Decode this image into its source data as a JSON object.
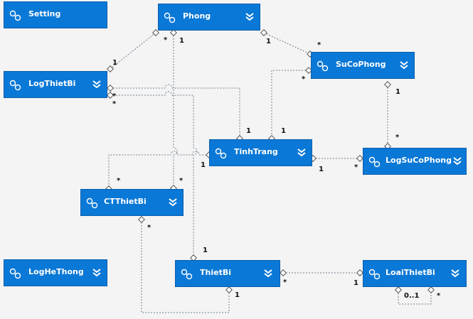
{
  "entities": {
    "setting": "Setting",
    "phong": "Phong",
    "logthietbi": "LogThietBi",
    "sucophong": "SuCoPhong",
    "tinhtrang": "TinhTrang",
    "logsucophong": "LogSuCoPhong",
    "ctthietbi": "CTThietBi",
    "loghethong": "LogHeThong",
    "thietbi": "ThietBi",
    "loaithietbi": "LoaiThietBi"
  },
  "multiplicities": {
    "one": "1",
    "many": "*",
    "zero_or_one": "0..1"
  },
  "colors": {
    "entity_fill": "#0a78d6",
    "entity_text": "#ffffff",
    "connector": "#6f7f8f",
    "background": "#f4f4f4"
  },
  "icons": {
    "entity": "entity-type-icon",
    "collapse": "double-chevron-down-icon"
  }
}
